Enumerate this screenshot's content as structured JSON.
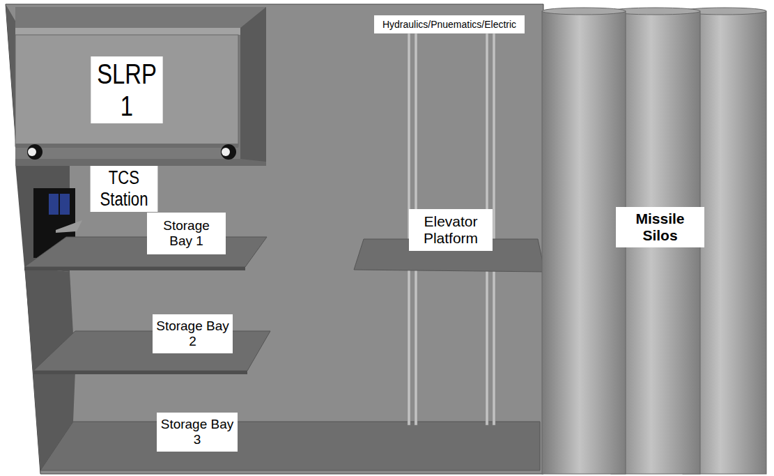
{
  "diagram": {
    "nodes": [
      {
        "text": [
          "Hydraulics/Pnuematics/Electric"
        ]
      },
      {
        "text": [
          "SLRP 1"
        ]
      },
      {
        "text": [
          "TCS Station"
        ]
      },
      {
        "text": [
          "Storage Bay 1"
        ]
      },
      {
        "text": [
          "Elevator Platform"
        ]
      },
      {
        "text": [
          "Missile Silos"
        ]
      },
      {
        "text": [
          "Storage Bay 2"
        ]
      },
      {
        "text": [
          "Storage Bay 3"
        ]
      }
    ]
  }
}
